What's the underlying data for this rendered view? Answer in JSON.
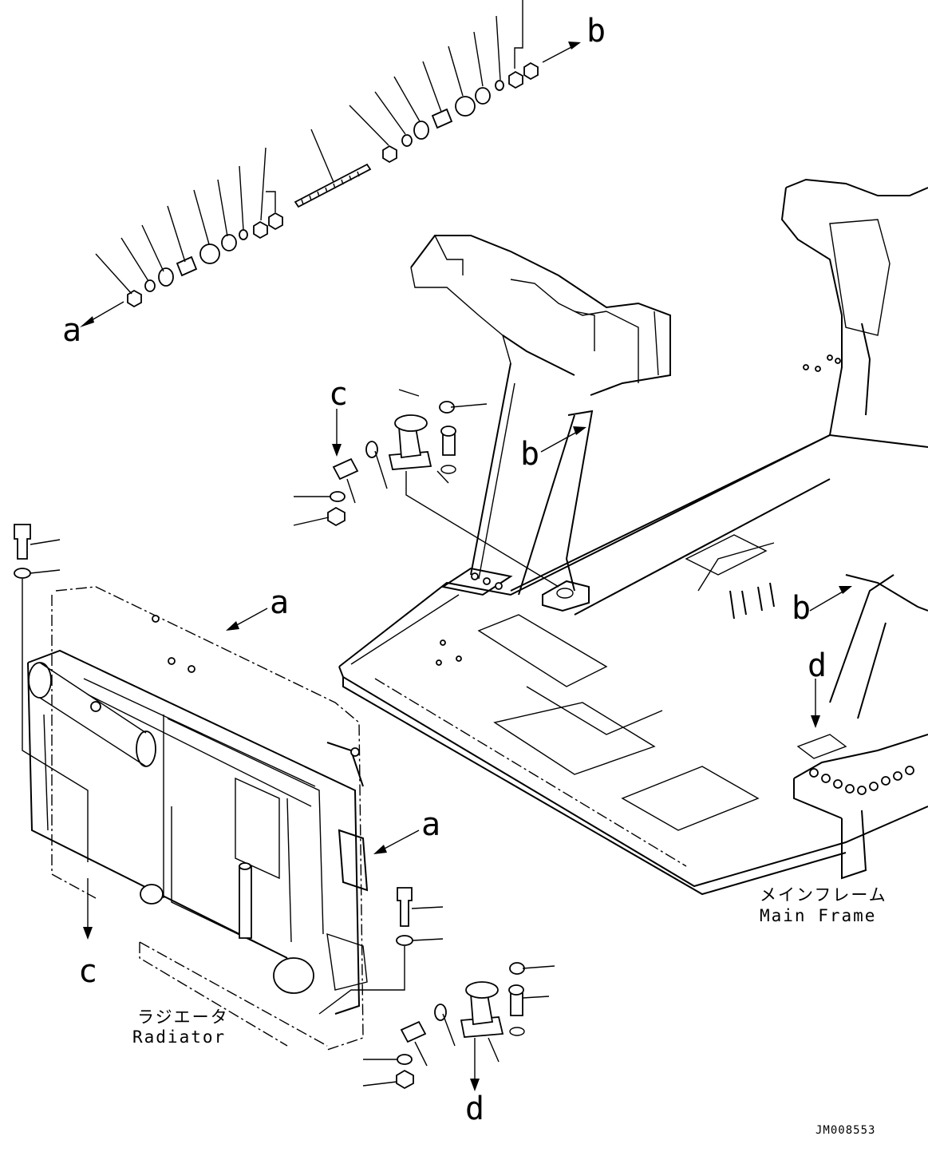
{
  "references": {
    "a_top": "a",
    "b_top": "b",
    "c_top": "c",
    "b_mid": "b",
    "a_radiator_top": "a",
    "b_frame": "b",
    "d_frame": "d",
    "a_radiator_side": "a",
    "c_bottom": "c",
    "d_bottom": "d"
  },
  "captions": {
    "main_frame_jp": "メインフレーム",
    "main_frame_en": "Main Frame",
    "radiator_jp": "ラジエータ",
    "radiator_en": "Radiator"
  },
  "drawing_code": "JM008553"
}
